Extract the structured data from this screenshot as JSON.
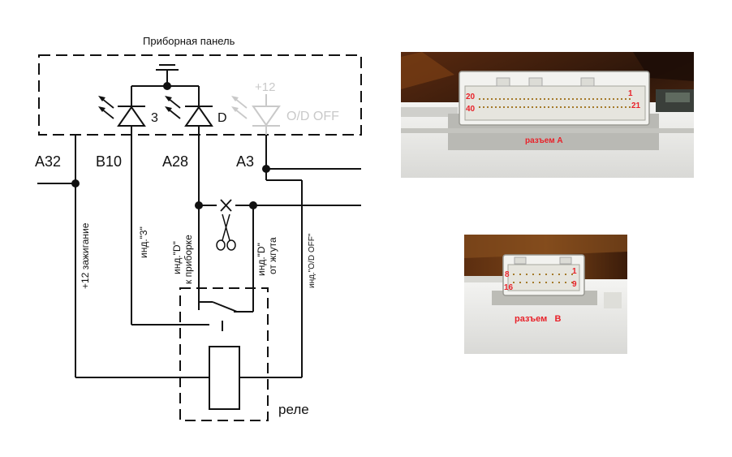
{
  "schematic": {
    "panel_title": "Приборная панель",
    "diode_3_label": "3",
    "diode_d_label": "D",
    "diode_od_supply": "+12",
    "diode_od_label": "O/D OFF",
    "pin_a32": "A32",
    "pin_b10": "B10",
    "pin_a28": "A28",
    "pin_a3": "A3",
    "wire_ignition": "+12 зажигание",
    "wire_ind_3": "инд.\"3\"",
    "wire_ind_d_panel_1": "инд.\"D\"",
    "wire_ind_d_panel_2": "к приборке",
    "wire_ind_d_harness_1": "инд.\"D\"",
    "wire_ind_d_harness_2": "от жгута",
    "wire_ind_od": "инд.\"O/D OFF\"",
    "relay_label": "реле"
  },
  "photo_a": {
    "caption": "разъем  A",
    "pin_tl": "20",
    "pin_tr": "1",
    "pin_bl": "40",
    "pin_br": "21"
  },
  "photo_b": {
    "caption": "разъем   B",
    "pin_tl": "8",
    "pin_tr": "1",
    "pin_bl": "16",
    "pin_br": "9"
  },
  "colors": {
    "wire": "#111111",
    "ghost": "#c9c9c9",
    "pin_label": "#e8222a"
  },
  "icons": [
    "ground-icon",
    "diode-icon",
    "led-light-arrows-icon",
    "scissors-icon",
    "cut-mark-icon",
    "relay-coil-icon",
    "relay-switch-icon"
  ]
}
